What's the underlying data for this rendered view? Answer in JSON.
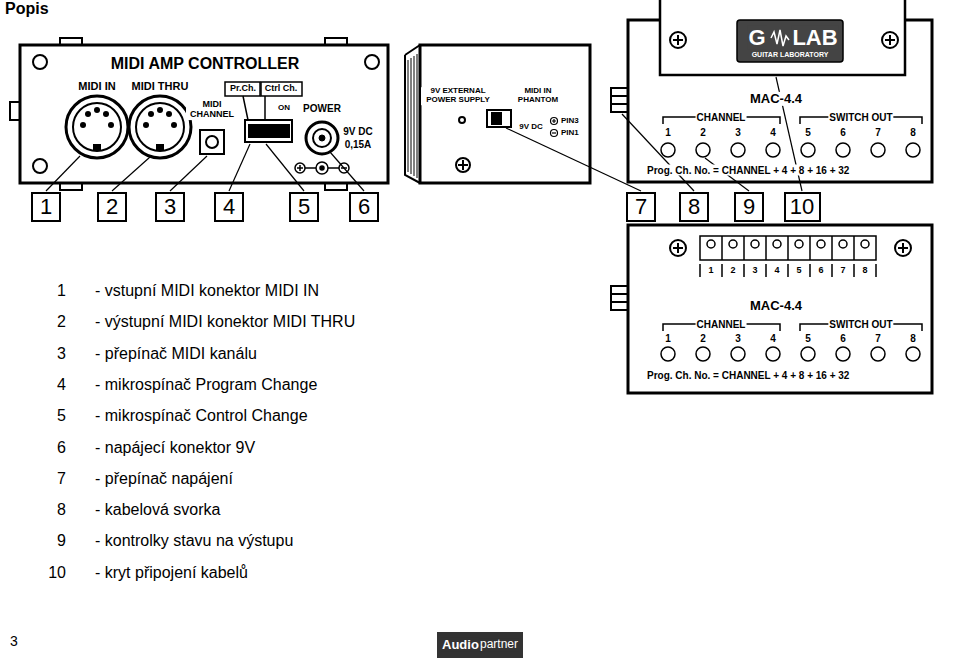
{
  "diagram": {
    "title": "Popis",
    "nodes": [
      {
        "text": [
          "1"
        ]
      },
      {
        "text": [
          "2"
        ]
      },
      {
        "text": [
          "3"
        ]
      },
      {
        "text": [
          "4"
        ]
      },
      {
        "text": [
          "5"
        ]
      },
      {
        "text": [
          "6"
        ]
      },
      {
        "text": [
          "7"
        ]
      },
      {
        "text": [
          "8"
        ]
      },
      {
        "text": [
          "9"
        ]
      },
      {
        "text": [
          "10"
        ]
      }
    ],
    "labels": [
      "MIDI AMP CONTROLLER",
      "MIDI IN",
      "MIDI THRU",
      "MIDI CHANNEL",
      "Pr.Ch.",
      "Ctrl Ch.",
      "ON",
      "POWER",
      "9V DC",
      "0,15A",
      "9V EXTERNAL POWER SUPPLY",
      "MIDI IN PHANTOM",
      "9V DC",
      "PIN3",
      "PIN1",
      "G",
      "LAB",
      "GUITAR LABORATORY",
      "MAC-4.4",
      "CHANNEL",
      "SWITCH OUT",
      "1",
      "2",
      "3",
      "4",
      "5",
      "6",
      "7",
      "8",
      "Prog. Ch. No. = CHANNEL + 4 + 8 + 16 + 32",
      "1",
      "2",
      "3",
      "4",
      "5",
      "6",
      "7",
      "8",
      "MAC-4.4",
      "CHANNEL",
      "SWITCH OUT",
      "1",
      "2",
      "3",
      "4",
      "5",
      "6",
      "7",
      "8",
      "Prog. Ch. No. = CHANNEL + 4 + 8 + 16 + 32",
      "1",
      "2",
      "3",
      "4",
      "5",
      "6",
      "7",
      "8",
      "9",
      "10",
      "- vstupní MIDI konektor MIDI IN",
      "- výstupní MIDI konektor MIDI THRU",
      "- přepínač MIDI kanálu",
      "- mikrospínač Program Change",
      "- mikrospínač Control Change",
      "- napájecí konektor 9V",
      "- přepínač napájení",
      "- kabelová svorka",
      "- kontrolky stavu na výstupu",
      "- kryt připojení kabelů",
      "3",
      "Audio",
      "partner"
    ]
  }
}
